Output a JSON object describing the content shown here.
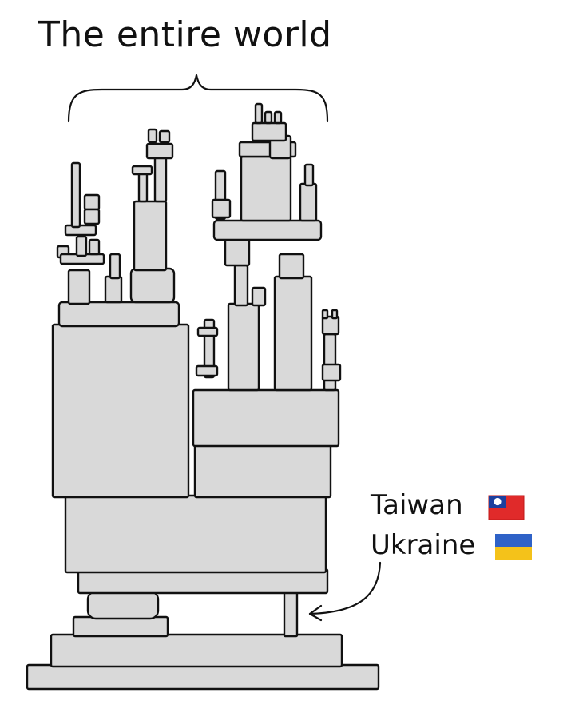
{
  "title": "The entire world",
  "labels": {
    "taiwan": "Taiwan",
    "ukraine": "Ukraine"
  },
  "colors": {
    "block_fill": "#d9d9d9",
    "outline": "#111111",
    "taiwan_flag_red": "#e02a2a",
    "taiwan_flag_blue": "#1c3f9e",
    "ukraine_flag_blue": "#2f62c7",
    "ukraine_flag_yellow": "#f4c21a"
  },
  "icons": {
    "taiwan_flag": "taiwan-flag-icon",
    "ukraine_flag": "ukraine-flag-icon"
  }
}
